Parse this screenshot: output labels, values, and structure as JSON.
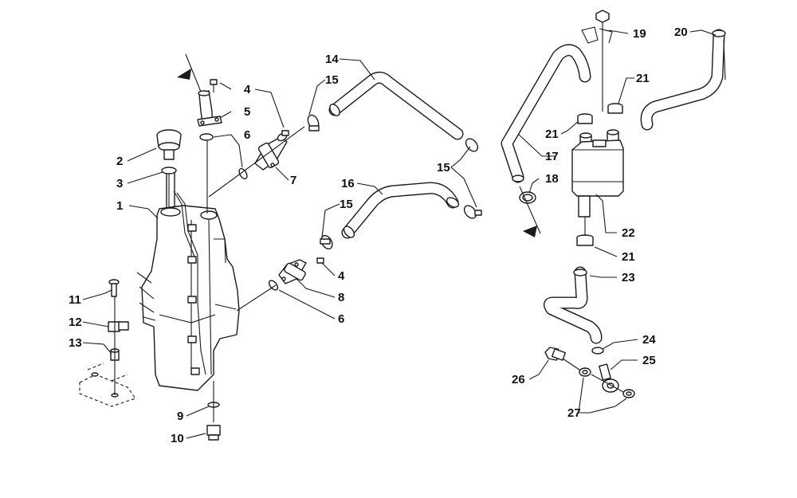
{
  "callouts": [
    {
      "id": "c1",
      "text": "1"
    },
    {
      "id": "c2",
      "text": "2"
    },
    {
      "id": "c3",
      "text": "3"
    },
    {
      "id": "c4a",
      "text": "4"
    },
    {
      "id": "c4b",
      "text": "4"
    },
    {
      "id": "c5",
      "text": "5"
    },
    {
      "id": "c6a",
      "text": "6"
    },
    {
      "id": "c6b",
      "text": "6"
    },
    {
      "id": "c7",
      "text": "7"
    },
    {
      "id": "c8",
      "text": "8"
    },
    {
      "id": "c9",
      "text": "9"
    },
    {
      "id": "c10",
      "text": "10"
    },
    {
      "id": "c11",
      "text": "11"
    },
    {
      "id": "c12",
      "text": "12"
    },
    {
      "id": "c13",
      "text": "13"
    },
    {
      "id": "c14",
      "text": "14"
    },
    {
      "id": "c15a",
      "text": "15"
    },
    {
      "id": "c15b",
      "text": "15"
    },
    {
      "id": "c15c",
      "text": "15"
    },
    {
      "id": "c16",
      "text": "16"
    },
    {
      "id": "c17",
      "text": "17"
    },
    {
      "id": "c18",
      "text": "18"
    },
    {
      "id": "c19",
      "text": "19"
    },
    {
      "id": "c20",
      "text": "20"
    },
    {
      "id": "c21a",
      "text": "21"
    },
    {
      "id": "c21b",
      "text": "21"
    },
    {
      "id": "c21c",
      "text": "21"
    },
    {
      "id": "c22",
      "text": "22"
    },
    {
      "id": "c23",
      "text": "23"
    },
    {
      "id": "c24",
      "text": "24"
    },
    {
      "id": "c25",
      "text": "25"
    },
    {
      "id": "c26",
      "text": "26"
    },
    {
      "id": "c27",
      "text": "27"
    }
  ],
  "colors": {
    "line": "#1a1a1a",
    "background": "#ffffff"
  }
}
